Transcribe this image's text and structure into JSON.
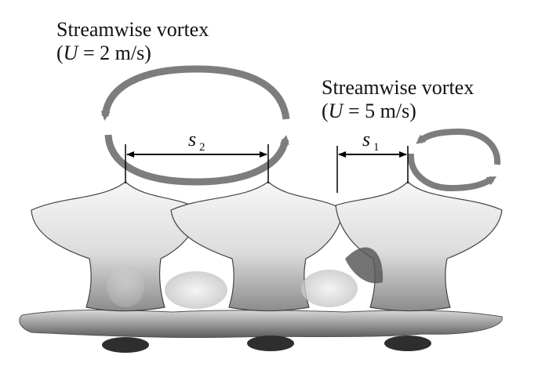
{
  "labels": {
    "vortex_left": {
      "title": "Streamwise vortex",
      "open": "(",
      "var": "U",
      "rest": " = 2 m/s)"
    },
    "vortex_right": {
      "title": "Streamwise vortex",
      "open": "(",
      "var": "U",
      "rest": " = 5 m/s)"
    },
    "s2": {
      "base": "s",
      "sub": "2"
    },
    "s1": {
      "base": "s",
      "sub": "1"
    }
  },
  "colors": {
    "vortex_arrow": "#7d7d7d",
    "dimension_line": "#000000",
    "body_fill": "#e6e6e6",
    "body_shadow": "#5a5a5a"
  },
  "icons": {
    "rotation": "circular-arrow-icon",
    "dimension": "double-headed-arrow-icon"
  }
}
